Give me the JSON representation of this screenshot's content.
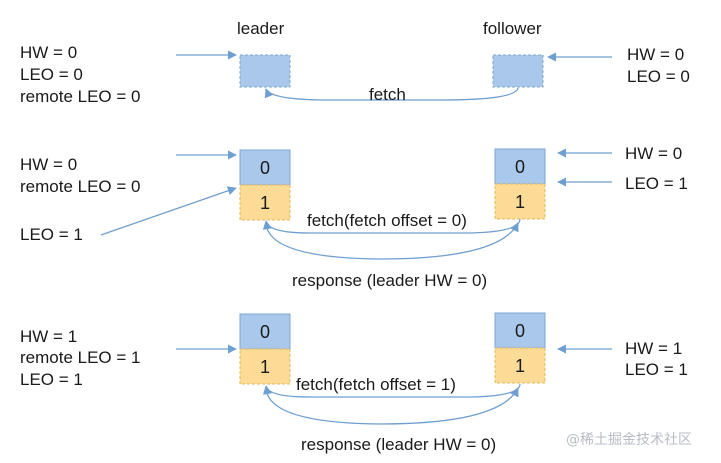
{
  "colors": {
    "cell_blue": "#a9c8ec",
    "cell_blue_border": "#7ea6d4",
    "cell_orange": "#fbdb95",
    "cell_orange_border": "#e4b75a",
    "arrow": "#6e9fd0",
    "text": "#1a1a1a"
  },
  "titles": {
    "leader": "leader",
    "follower": "follower"
  },
  "stage1": {
    "leader_labels": [
      "HW = 0",
      "LEO = 0",
      "remote LEO = 0"
    ],
    "follower_labels": [
      "HW = 0",
      "LEO = 0"
    ],
    "fetch": "fetch"
  },
  "stage2": {
    "leader_labels": [
      "HW = 0",
      "remote LEO = 0"
    ],
    "leader_leo": "LEO = 1",
    "follower_hw": "HW = 0",
    "follower_leo": "LEO = 1",
    "leader_cells": [
      "0",
      "1"
    ],
    "follower_cells": [
      "0",
      "1"
    ],
    "fetch": "fetch(fetch offset = 0)",
    "response": "response (leader HW = 0)"
  },
  "stage3": {
    "leader_labels": [
      "HW = 1",
      "remote LEO = 1",
      "LEO = 1"
    ],
    "follower_labels": [
      "HW = 1",
      "LEO = 1"
    ],
    "leader_cells": [
      "0",
      "1"
    ],
    "follower_cells": [
      "0",
      "1"
    ],
    "fetch": "fetch(fetch offset = 1)",
    "response": "response (leader HW = 0)"
  },
  "watermark": "@稀土掘金技术社区"
}
